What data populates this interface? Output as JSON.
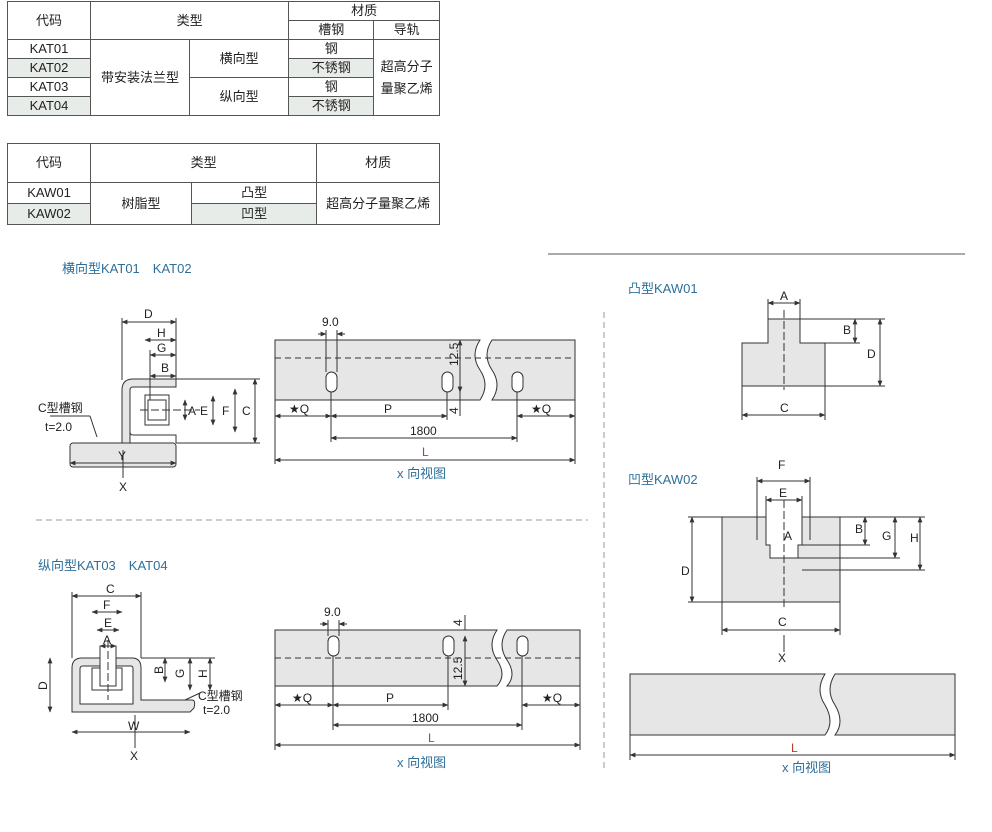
{
  "table1": {
    "head": {
      "code": "代码",
      "type": "类型",
      "material": "材质",
      "channel": "槽钢",
      "rail": "导轨"
    },
    "rows": [
      {
        "code": "KAT01",
        "mat": "钢"
      },
      {
        "code": "KAT02",
        "mat": "不锈钢"
      },
      {
        "code": "KAT03",
        "mat": "钢"
      },
      {
        "code": "KAT04",
        "mat": "不锈钢"
      }
    ],
    "type_main": "带安装法兰型",
    "type_h": "横向型",
    "type_v": "纵向型",
    "rail_line1": "超高分子",
    "rail_line2": "量聚乙烯"
  },
  "table2": {
    "head": {
      "code": "代码",
      "type": "类型",
      "material": "材质"
    },
    "rows": [
      {
        "code": "KAW01",
        "sub": "凸型"
      },
      {
        "code": "KAW02",
        "sub": "凹型"
      }
    ],
    "type_main": "树脂型",
    "material": "超高分子量聚乙烯"
  },
  "titles": {
    "h": "横向型KAT01　KAT02",
    "v": "纵向型KAT03　KAT04",
    "convex": "凸型KAW01",
    "concave": "凹型KAW02"
  },
  "dims": {
    "A": "A",
    "B": "B",
    "C": "C",
    "D": "D",
    "E": "E",
    "F": "F",
    "G": "G",
    "H": "H",
    "L": "L",
    "P": "P",
    "W": "W",
    "X": "X",
    "Y": "Y",
    "star_q": "★Q",
    "pitch": "1800",
    "hole_w": "9.0",
    "height": "12.5",
    "off": "4",
    "c_channel": "C型槽钢",
    "thick": "t=2.0",
    "view": "x 向视图"
  },
  "colors": {
    "accent": "#2e6f9a",
    "red": "#c0392b",
    "fill": "#e6e6e6",
    "row_shade": "#e8ece9"
  }
}
